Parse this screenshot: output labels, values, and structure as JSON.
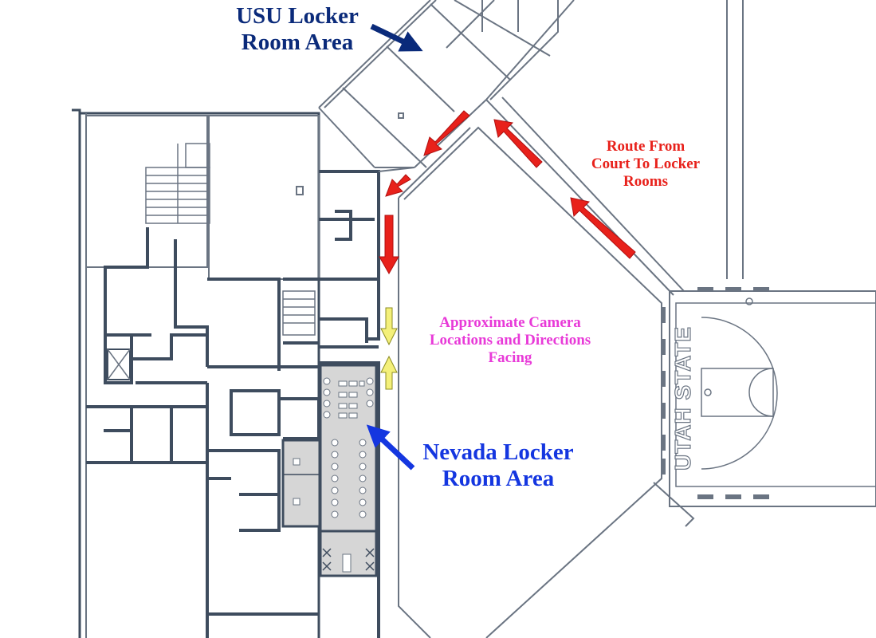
{
  "colors": {
    "wall": "#3e4c5e",
    "thin_line": "#6a7482",
    "locker_fill": "#d6d6d6",
    "background": "#ffffff",
    "usu_label": "#0a2a7a",
    "nevada_label": "#1436e0",
    "route_label": "#e8211b",
    "camera_label": "#e83ad8",
    "route_arrow": "#e8211b",
    "camera_arrow": "#f4f07a"
  },
  "labels": {
    "usu": {
      "line1": "USU Locker",
      "line2": "Room Area"
    },
    "route": {
      "line1": "Route From",
      "line2": "Court To Locker",
      "line3": "Rooms"
    },
    "camera": {
      "line1": "Approximate Camera",
      "line2": "Locations and Directions",
      "line3": "Facing"
    },
    "nevada": {
      "line1": "Nevada Locker",
      "line2": "Room Area"
    }
  },
  "court": {
    "lettering": "UTAH STATE"
  },
  "icons": {
    "route_arrows": "red-arrow-icon",
    "camera_arrows": "yellow-arrow-icon",
    "pointer_arrows": "blue-arrow-icon"
  }
}
